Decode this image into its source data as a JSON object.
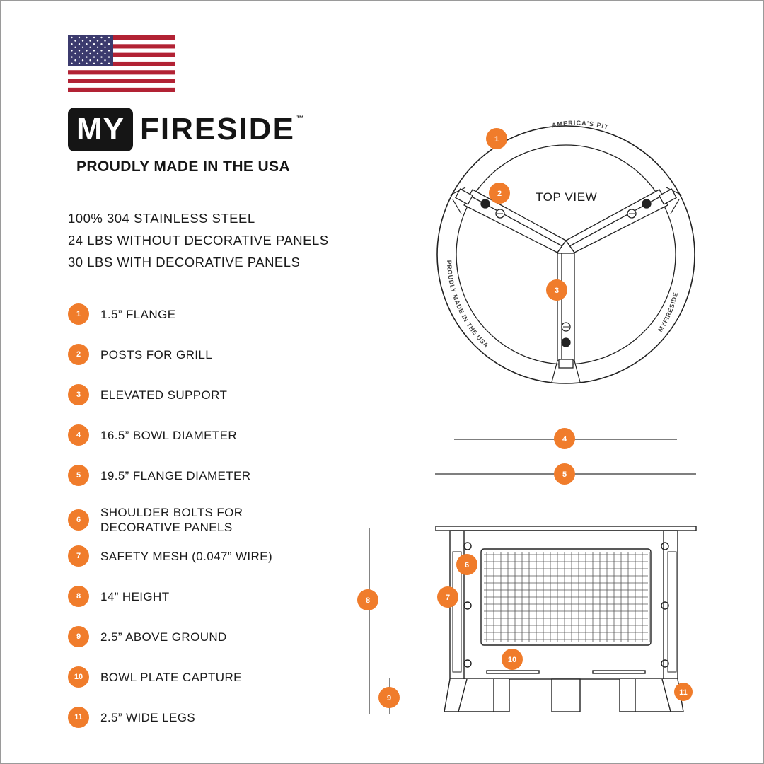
{
  "brand": {
    "logo_my": "MY",
    "logo_fireside": "FIRESIDE",
    "trademark": "™",
    "tagline": "PROUDLY MADE IN THE USA"
  },
  "specs": [
    "100% 304 STAINLESS STEEL",
    "24 LBS WITHOUT DECORATIVE PANELS",
    "30 LBS WITH DECORATIVE PANELS"
  ],
  "legend": [
    {
      "num": "1",
      "label": "1.5” FLANGE"
    },
    {
      "num": "2",
      "label": "POSTS FOR GRILL"
    },
    {
      "num": "3",
      "label": "ELEVATED SUPPORT"
    },
    {
      "num": "4",
      "label": "16.5” BOWL DIAMETER"
    },
    {
      "num": "5",
      "label": "19.5” FLANGE DIAMETER"
    },
    {
      "num": "6",
      "label_line1": "SHOULDER BOLTS FOR",
      "label_line2": "DECORATIVE PANELS"
    },
    {
      "num": "7",
      "label": "SAFETY MESH (0.047” WIRE)"
    },
    {
      "num": "8",
      "label": "14” HEIGHT"
    },
    {
      "num": "9",
      "label": "2.5” ABOVE GROUND"
    },
    {
      "num": "10",
      "label": "BOWL PLATE CAPTURE"
    },
    {
      "num": "11",
      "label": "2.5” WIDE LEGS"
    }
  ],
  "top_view": {
    "title": "TOP VIEW",
    "ring_text_top": "AMERICA'S PIT",
    "ring_text_left": "PROUDLY MADE IN THE USA",
    "ring_text_right": "MYFIRESIDE"
  },
  "colors": {
    "accent": "#f07c2b",
    "dark": "#151515",
    "flag_red": "#b22234",
    "flag_blue": "#3c3b6e"
  }
}
